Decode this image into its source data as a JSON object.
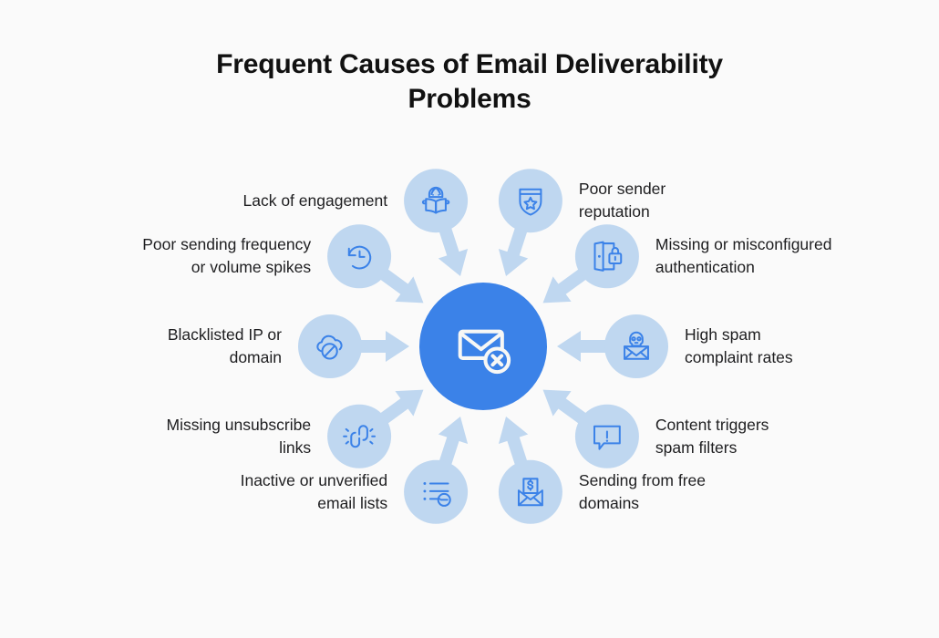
{
  "title": "Frequent Causes of Email Deliverability Problems",
  "colors": {
    "background": "#FAFAFA",
    "hub_blue": "#3B82E8",
    "node_light_blue": "#BFD7F0",
    "icon_blue": "#3B82E8",
    "arrow_blue": "#BFD7F0",
    "text": "#1E1E20",
    "title_text": "#111111"
  },
  "hub": {
    "icon": "envelope-x-icon",
    "label": ""
  },
  "nodes": [
    {
      "id": "lack-of-engagement",
      "label": "Lack of engagement",
      "icon": "person-reading-icon",
      "angle_deg": -108,
      "label_side": "left"
    },
    {
      "id": "poor-sender-reputation",
      "label": "Poor sender\nreputation",
      "icon": "shield-star-icon",
      "angle_deg": -72,
      "label_side": "right"
    },
    {
      "id": "poor-sending-frequency",
      "label": "Poor sending frequency\nor volume spikes",
      "icon": "clock-history-icon",
      "angle_deg": -144,
      "label_side": "left"
    },
    {
      "id": "missing-authentication",
      "label": "Missing or misconfigured\nauthentication",
      "icon": "door-lock-icon",
      "angle_deg": -36,
      "label_side": "right"
    },
    {
      "id": "blacklisted-ip-domain",
      "label": "Blacklisted IP or\ndomain",
      "icon": "cloud-blocked-icon",
      "angle_deg": 180,
      "label_side": "left"
    },
    {
      "id": "high-spam-complaints",
      "label": "High spam\ncomplaint rates",
      "icon": "skull-envelope-icon",
      "angle_deg": 0,
      "label_side": "right"
    },
    {
      "id": "missing-unsubscribe",
      "label": "Missing unsubscribe\nlinks",
      "icon": "broken-link-icon",
      "angle_deg": 144,
      "label_side": "left"
    },
    {
      "id": "content-triggers-spam",
      "label": "Content triggers\nspam filters",
      "icon": "comment-alert-icon",
      "angle_deg": 36,
      "label_side": "right"
    },
    {
      "id": "inactive-email-lists",
      "label": "Inactive or unverified\nemail lists",
      "icon": "list-minus-icon",
      "angle_deg": 108,
      "label_side": "left"
    },
    {
      "id": "sending-free-domains",
      "label": "Sending from free\ndomains",
      "icon": "money-envelope-icon",
      "angle_deg": 72,
      "label_side": "right"
    }
  ]
}
